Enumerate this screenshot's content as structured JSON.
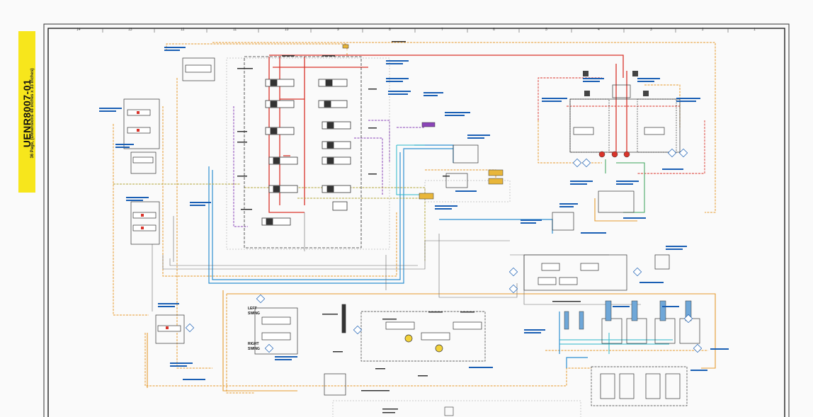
{
  "document": {
    "id": "UENR8007-01",
    "subtitle": "36 Page, (Dimensions 48 inches x 33 inches)"
  },
  "grid": {
    "top_numbers": [
      "14",
      "13",
      "12",
      "11",
      "10",
      "9",
      "8",
      "7",
      "6",
      "5",
      "4",
      "3",
      "2",
      "1"
    ]
  },
  "labels": {
    "left_swing": [
      "LEFT",
      "SWING"
    ],
    "right_swing": [
      "RIGHT",
      "SWING"
    ]
  },
  "colors": {
    "band": "#f7e61c",
    "pilot_orange": "#e59a2e",
    "supply_red": "#d9342b",
    "return_blue": "#2f8fd0",
    "cyan": "#29b6c9",
    "purple": "#8b44b8",
    "green": "#3aa35a",
    "olive": "#b4a53a",
    "dark": "#333333"
  }
}
